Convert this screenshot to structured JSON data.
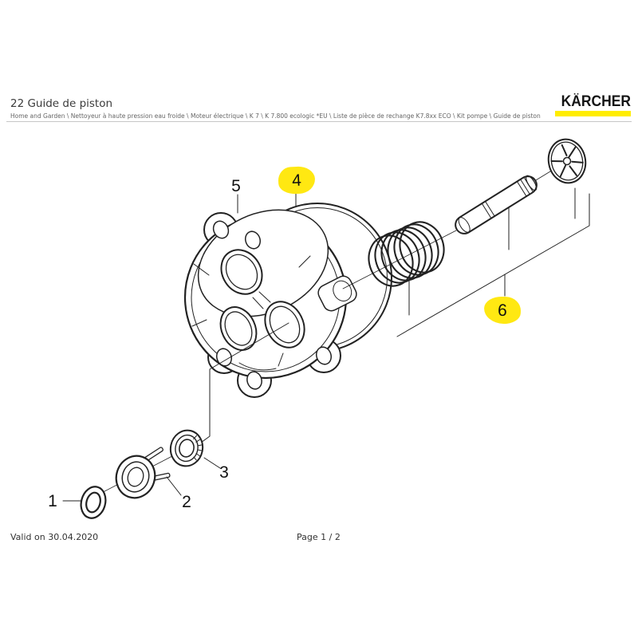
{
  "header": {
    "title": "22 Guide de piston",
    "breadcrumb": "Home and Garden \\ Nettoyeur à haute pression eau froide \\ Moteur électrique \\ K 7 \\ K 7.800 ecologic *EU \\ Liste de pièce de rechange K7.8xx ECO \\ Kit pompe \\ Guide de piston",
    "logo_text": "KÄRCHER"
  },
  "footer": {
    "valid_on": "Valid on 30.04.2020",
    "page": "Page 1 / 2"
  },
  "colors": {
    "brand_yellow": "#FFED00",
    "highlight_yellow": "#FFE812",
    "line": "#222222"
  },
  "diagram": {
    "callouts": [
      {
        "label": "1",
        "highlighted": false
      },
      {
        "label": "2",
        "highlighted": false
      },
      {
        "label": "3",
        "highlighted": false
      },
      {
        "label": "4",
        "highlighted": true
      },
      {
        "label": "5",
        "highlighted": false
      },
      {
        "label": "6",
        "highlighted": true
      }
    ]
  }
}
